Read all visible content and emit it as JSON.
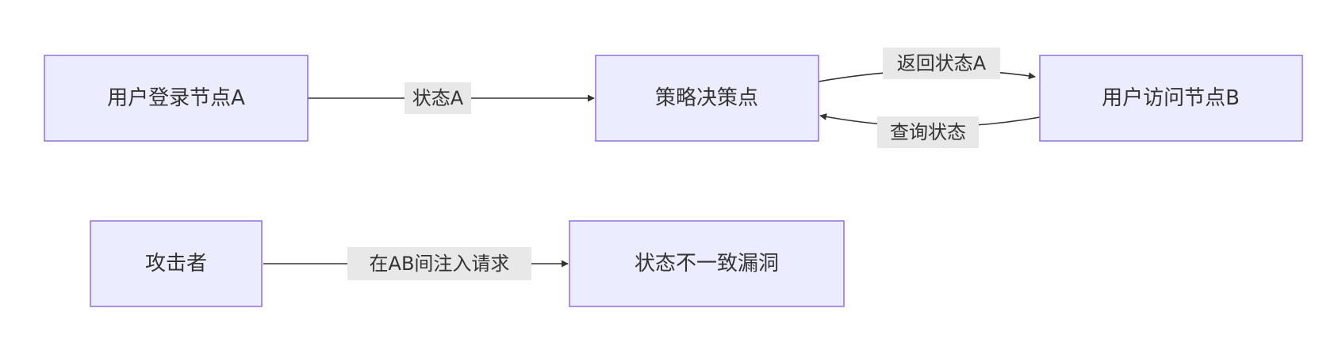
{
  "nodes": {
    "login_node_a": "用户登录节点A",
    "policy_decision": "策略决策点",
    "access_node_b": "用户访问节点B",
    "attacker": "攻击者",
    "inconsistency_vuln": "状态不一致漏洞"
  },
  "edges": {
    "login_to_policy": "状态A",
    "policy_to_access": "返回状态A",
    "access_to_policy": "查询状态",
    "attacker_to_vuln": "在AB间注入请求"
  },
  "colors": {
    "node_fill": "#ECECFF",
    "node_stroke": "#9370DB",
    "edge": "#333333",
    "label_bg": "#E8E8E8"
  }
}
